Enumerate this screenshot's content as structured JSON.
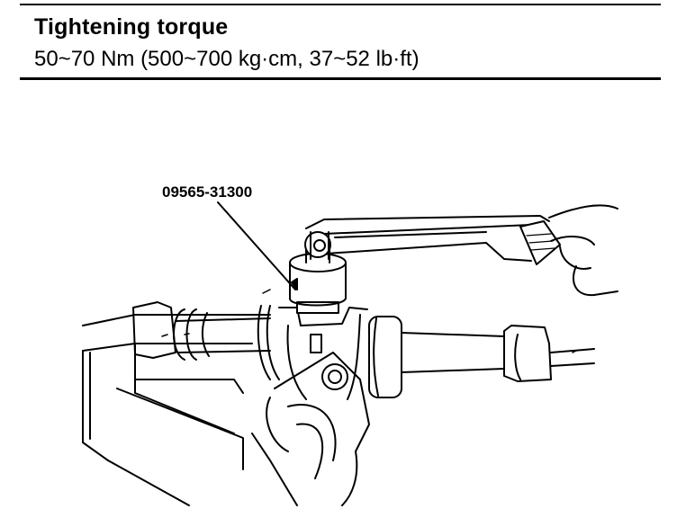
{
  "header": {
    "title": "Tightening torque",
    "spec": "50~70 Nm (500~700 kg·cm, 37~52 lb·ft)"
  },
  "figure": {
    "tool_label": "09565-31300"
  }
}
